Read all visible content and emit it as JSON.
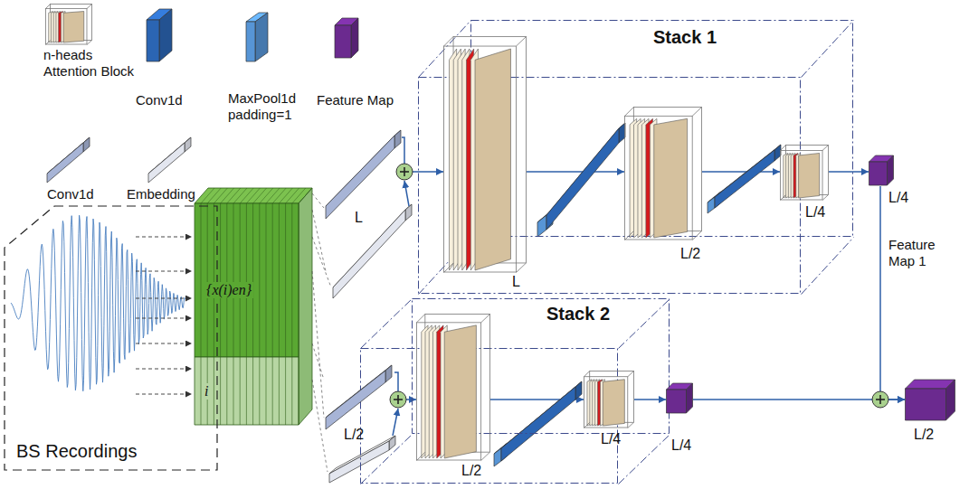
{
  "diagram": {
    "nodes": [
      {
        "text": [
          "Stack 1"
        ]
      },
      {
        "text": [
          "L"
        ],
        "in": 0
      },
      {
        "text": [
          "L/2"
        ],
        "in": 0
      },
      {
        "text": [
          "L/4"
        ],
        "in": 0
      },
      {
        "text": [
          "L/4"
        ]
      },
      {
        "text": [
          "Stack 2"
        ]
      },
      {
        "text": [
          "L/2"
        ],
        "in": 5
      },
      {
        "text": [
          "L/4"
        ],
        "in": 5
      },
      {
        "text": [
          "L/4"
        ]
      },
      {
        "text": [
          "L/2"
        ]
      },
      {
        "text": [
          "BS Recordings"
        ]
      },
      {
        "text": [
          "L"
        ]
      },
      {
        "text": [
          "L/2"
        ]
      }
    ],
    "edges": [
      {
        "from": 11,
        "to": 1,
        "arrow": "to"
      },
      {
        "from": 1,
        "to": 2,
        "arrow": "to"
      },
      {
        "from": 2,
        "to": 3,
        "arrow": "to"
      },
      {
        "from": 3,
        "to": 4,
        "arrow": "to"
      },
      {
        "from": 4,
        "to": 9,
        "arrow": "to",
        "label": "Feature Map 1"
      },
      {
        "from": 12,
        "to": 6,
        "arrow": "to"
      },
      {
        "from": 6,
        "to": 7,
        "arrow": "to"
      },
      {
        "from": 7,
        "to": 8,
        "arrow": "to"
      },
      {
        "from": 8,
        "to": 9,
        "arrow": "to"
      }
    ],
    "labels": [
      "{x(i)en}",
      "i"
    ],
    "legend": [
      {
        "text": "n-heads Attention Block"
      },
      {
        "text": "Conv1d",
        "color": "#2b65b3"
      },
      {
        "text": "MaxPool1d padding=1",
        "color": "#5795d6"
      },
      {
        "text": "Feature Map",
        "color": "#6b2a8f"
      },
      {
        "text": "Conv1d",
        "color": "#a7b4d6"
      },
      {
        "text": "Embedding",
        "color": "#e3e6ef"
      }
    ]
  }
}
